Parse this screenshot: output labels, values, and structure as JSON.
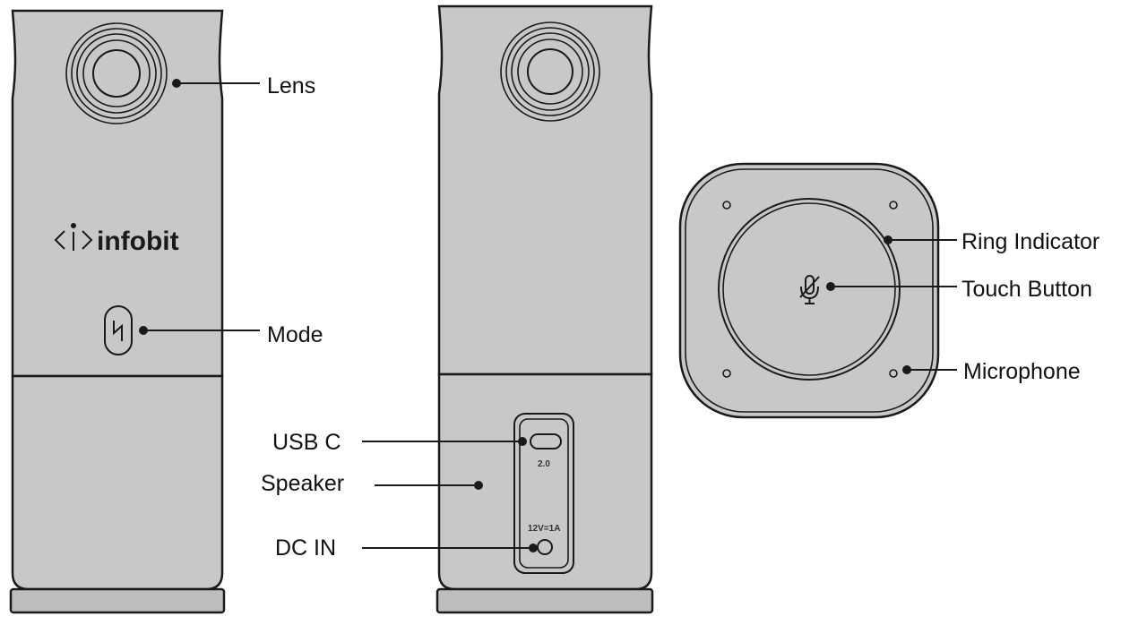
{
  "brand": {
    "logo_text": "infobit"
  },
  "front_view": {
    "labels": {
      "lens": "Lens",
      "mode": "Mode"
    }
  },
  "back_view": {
    "labels": {
      "usb_c": "USB C",
      "speaker": "Speaker",
      "dc_in": "DC IN"
    },
    "port_text": {
      "usb_version": "2.0",
      "power_rating": "12V=1A"
    }
  },
  "top_view": {
    "labels": {
      "ring_indicator": "Ring Indicator",
      "touch_button": "Touch Button",
      "microphone": "Microphone"
    }
  },
  "colors": {
    "device_body": "#c8c8c8",
    "outline": "#1a1a1a",
    "background": "#ffffff"
  }
}
